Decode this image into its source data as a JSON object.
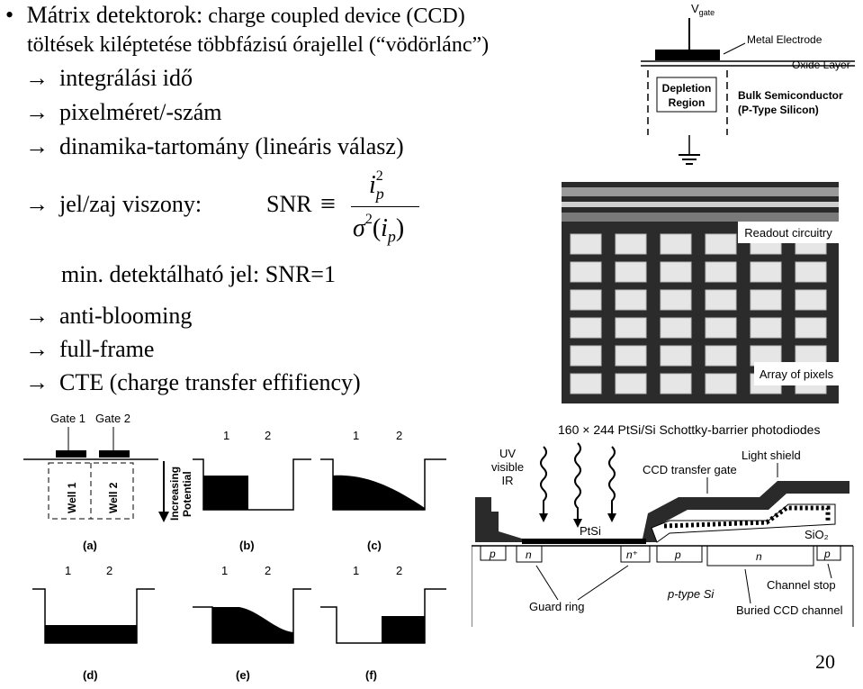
{
  "bullet": "•",
  "arrow": "→",
  "title": {
    "lead": "Mátrix detektorok:",
    "rest": " charge coupled device (CCD)"
  },
  "line2": "töltések kiléptetése többfázisú órajellel (“vödörlánc”)",
  "items": [
    "integrálási idő",
    "pixelméret/-szám",
    "dinamika-tartomány (lineáris válasz)"
  ],
  "snr": {
    "label": "jel/zaj viszony:",
    "lhs": "SNR",
    "equiv": "≡",
    "num_base": "i",
    "num_sup": "2",
    "num_sub": "p",
    "den_sigma": "σ",
    "den_sup": "2",
    "den_open": "(",
    "den_base": "i",
    "den_sub": "p",
    "den_close": ")"
  },
  "min_signal": "min. detektálható jel: SNR=1",
  "items2": [
    "anti-blooming",
    "full-frame",
    "CTE (charge transfer effifiency)"
  ],
  "mos_diagram": {
    "vgate": "V",
    "vgate_sub": "gate",
    "metal": "Metal Electrode",
    "oxide": "Oxide Layer",
    "depletion": [
      "Depletion",
      "Region"
    ],
    "bulk": [
      "Bulk Semiconductor",
      "(P-Type Silicon)"
    ]
  },
  "micrograph": {
    "readout": "Readout circuitry",
    "array": "Array of pixels"
  },
  "wells": {
    "gate1": "Gate 1",
    "gate2": "Gate 2",
    "well1": "Well 1",
    "well2": "Well 2",
    "increasing": [
      "Increasing",
      "Potential"
    ],
    "n1": "1",
    "n2": "2",
    "a": "(a)",
    "b": "(b)",
    "c": "(c)",
    "d": "(d)",
    "e": "(e)",
    "f": "(f)"
  },
  "schottky": {
    "title": "160 × 244  PtSi/Si  Schottky-barrier  photodiodes",
    "uv": [
      "UV",
      "visible",
      "IR"
    ],
    "light_shield": "Light shield",
    "ccd_gate": "CCD transfer gate",
    "ptsi": "PtSi",
    "sio2": "SiO₂",
    "p": "p",
    "n": "n",
    "nplus": "n⁺",
    "guard": "Guard ring",
    "ptype": "p-type Si",
    "channel_stop": "Channel stop",
    "buried": "Buried CCD channel"
  },
  "page_number": "20"
}
